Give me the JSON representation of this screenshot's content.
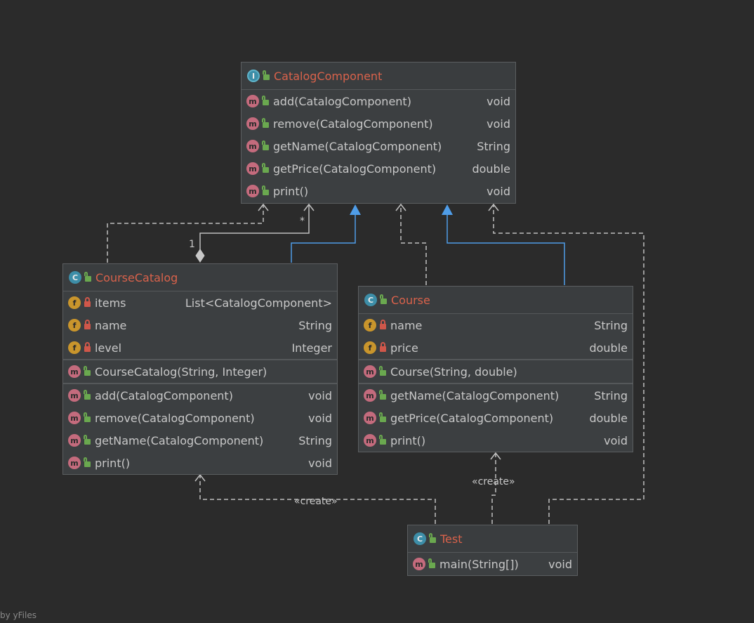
{
  "classes": {
    "catalog_component": {
      "name": "CatalogComponent",
      "methods": [
        {
          "name": "add(CatalogComponent)",
          "type": "void"
        },
        {
          "name": "remove(CatalogComponent)",
          "type": "void"
        },
        {
          "name": "getName(CatalogComponent)",
          "type": "String"
        },
        {
          "name": "getPrice(CatalogComponent)",
          "type": "double"
        },
        {
          "name": "print()",
          "type": "void"
        }
      ]
    },
    "course_catalog": {
      "name": "CourseCatalog",
      "fields": [
        {
          "name": "items",
          "type": "List<CatalogComponent>"
        },
        {
          "name": "name",
          "type": "String"
        },
        {
          "name": "level",
          "type": "Integer"
        }
      ],
      "constructor": {
        "name": "CourseCatalog(String, Integer)"
      },
      "methods": [
        {
          "name": "add(CatalogComponent)",
          "type": "void"
        },
        {
          "name": "remove(CatalogComponent)",
          "type": "void"
        },
        {
          "name": "getName(CatalogComponent)",
          "type": "String"
        },
        {
          "name": "print()",
          "type": "void"
        }
      ]
    },
    "course": {
      "name": "Course",
      "fields": [
        {
          "name": "name",
          "type": "String"
        },
        {
          "name": "price",
          "type": "double"
        }
      ],
      "constructor": {
        "name": "Course(String, double)"
      },
      "methods": [
        {
          "name": "getName(CatalogComponent)",
          "type": "String"
        },
        {
          "name": "getPrice(CatalogComponent)",
          "type": "double"
        },
        {
          "name": "print()",
          "type": "void"
        }
      ]
    },
    "test": {
      "name": "Test",
      "methods": [
        {
          "name": "main(String[])",
          "type": "void"
        }
      ]
    }
  },
  "edge_labels": {
    "multiplicity_many": "*",
    "multiplicity_one": "1",
    "create_course": "«create»",
    "create_catalog": "«create»"
  },
  "footer": "by yFiles",
  "colors": {
    "background": "#2b2b2b",
    "class_title": "#d9624b",
    "realization": "#4f9de8",
    "dependency": "#c0c0c0"
  }
}
